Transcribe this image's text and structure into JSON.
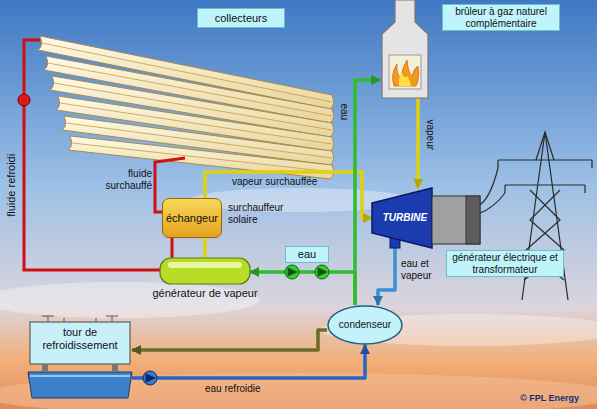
{
  "diagram": {
    "nodes": [
      {
        "text": [
          "collecteurs"
        ]
      },
      {
        "text": [
          "brûleur à gaz naturel complémentaire"
        ]
      },
      {
        "text": [
          "échangeur"
        ]
      },
      {
        "text": [
          "TURBINE"
        ]
      },
      {
        "text": [
          "générateur électrique et transformateur"
        ]
      },
      {
        "text": [
          "eau"
        ]
      },
      {
        "text": [
          "générateur de vapeur"
        ]
      },
      {
        "text": [
          "condenseur"
        ]
      },
      {
        "text": [
          "tour de refroidissement"
        ]
      }
    ],
    "edges": [
      {
        "from": 6,
        "to": 2,
        "arrow": "none"
      },
      {
        "from": 2,
        "to": 3,
        "label": "vapeur surchauffée",
        "arrow": "to"
      },
      {
        "from": 1,
        "to": 3,
        "label": "vapeur",
        "arrow": "to"
      },
      {
        "from": 3,
        "to": 7,
        "label": "eau et vapeur",
        "arrow": "to"
      },
      {
        "from": 7,
        "to": 6,
        "arrow": "to"
      },
      {
        "from": 7,
        "to": 1,
        "label": "eau",
        "arrow": "to"
      },
      {
        "from": 8,
        "to": 7,
        "label": "eau refroidie",
        "arrow": "to"
      },
      {
        "from": 7,
        "to": 8,
        "arrow": "to"
      }
    ],
    "labels": [
      "fluide refroidi",
      "fluide surchauffé",
      "surchauffeur solaire",
      "© FPL Energy"
    ]
  }
}
